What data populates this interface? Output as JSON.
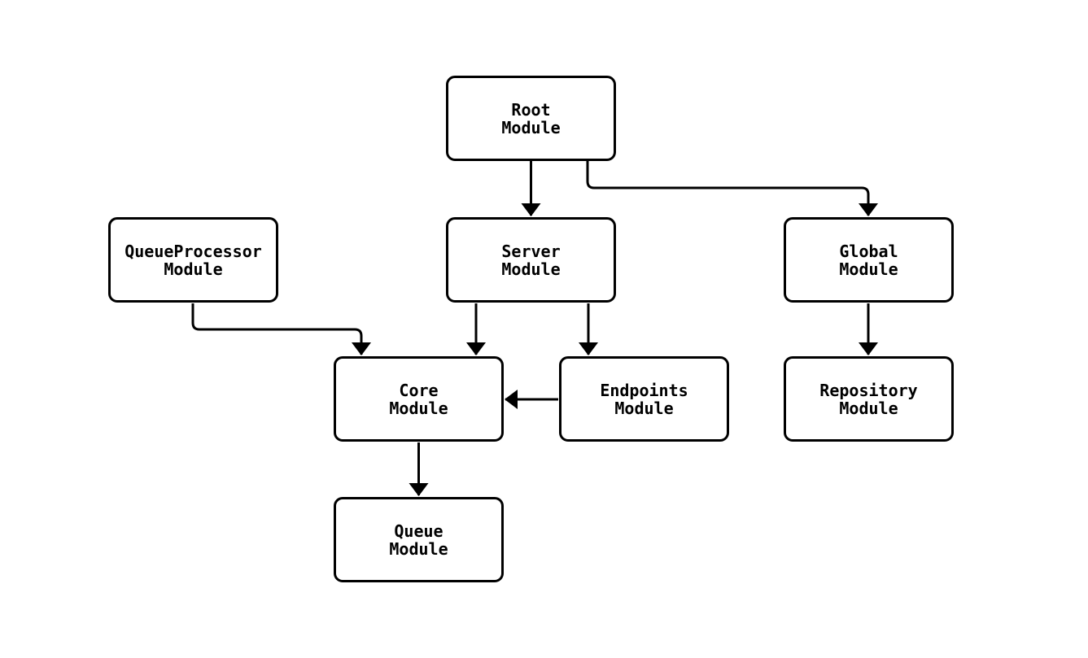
{
  "colors": {
    "background": "#ffffff",
    "node_fill": "#ffffff",
    "line": "#000000",
    "text": "#000000"
  },
  "diagram": {
    "type": "module-dependency-graph",
    "nodes": [
      {
        "id": "root",
        "label": "Root\nModule"
      },
      {
        "id": "queueprocessor",
        "label": "QueueProcessor\nModule"
      },
      {
        "id": "server",
        "label": "Server\nModule"
      },
      {
        "id": "global",
        "label": "Global\nModule"
      },
      {
        "id": "core",
        "label": "Core\nModule"
      },
      {
        "id": "endpoints",
        "label": "Endpoints\nModule"
      },
      {
        "id": "repository",
        "label": "Repository\nModule"
      },
      {
        "id": "queue",
        "label": "Queue\nModule"
      }
    ],
    "edges": [
      {
        "from": "root",
        "to": "server"
      },
      {
        "from": "root",
        "to": "global"
      },
      {
        "from": "queueprocessor",
        "to": "core"
      },
      {
        "from": "server",
        "to": "core"
      },
      {
        "from": "server",
        "to": "endpoints"
      },
      {
        "from": "endpoints",
        "to": "core"
      },
      {
        "from": "global",
        "to": "repository"
      },
      {
        "from": "core",
        "to": "queue"
      }
    ]
  }
}
